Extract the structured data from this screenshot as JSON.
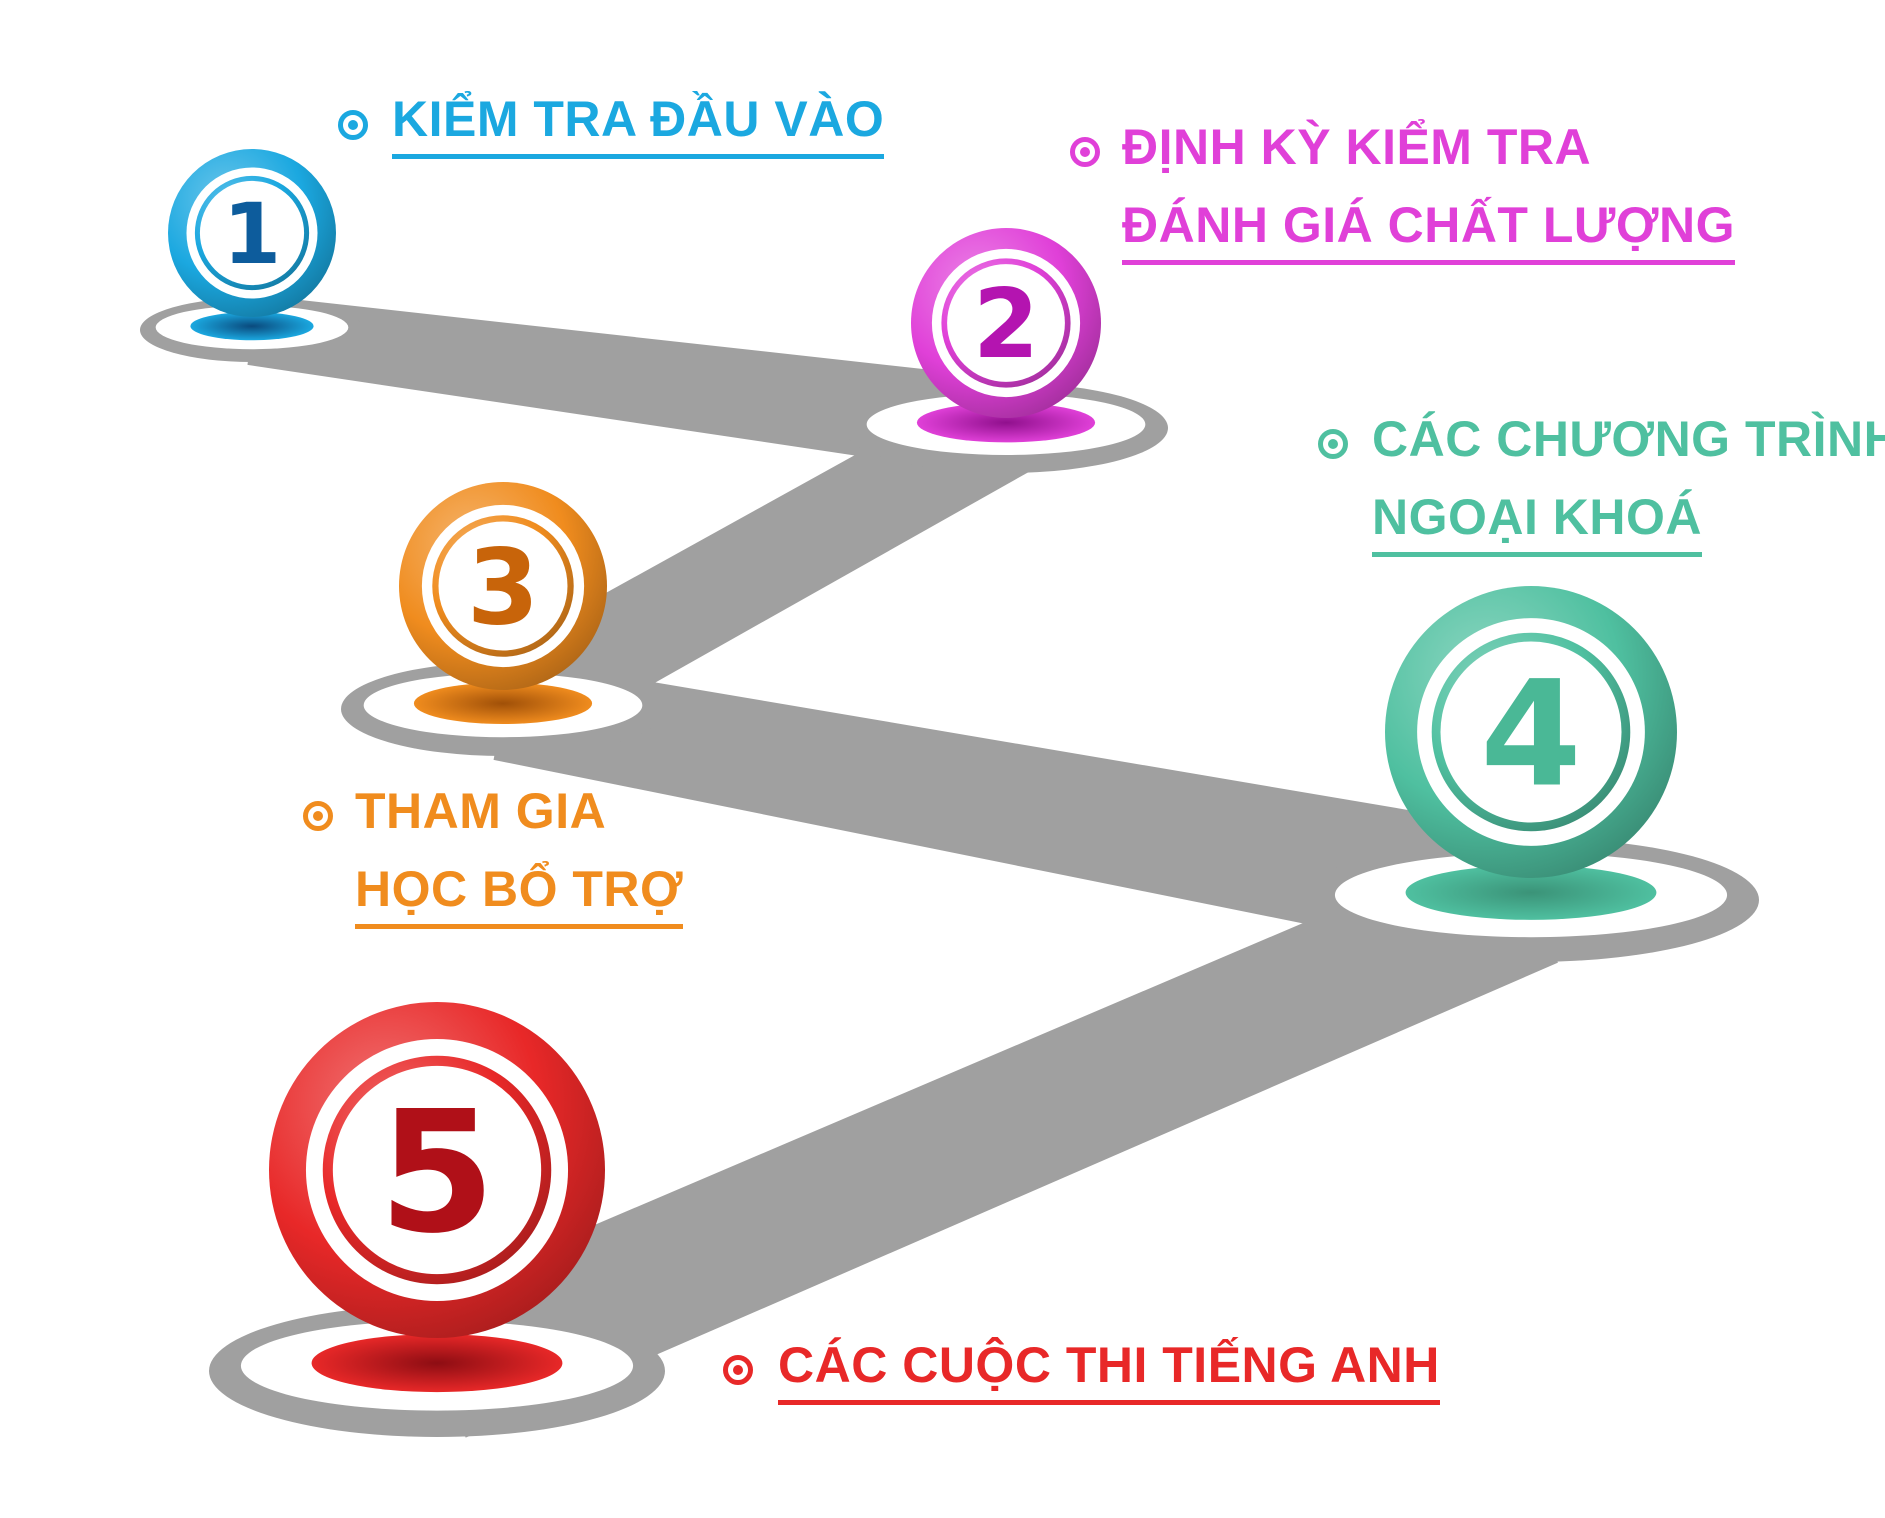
{
  "steps": [
    {
      "number": "1",
      "color": "#1ba8e0",
      "dark": "#0d5c9c",
      "lines": [
        "KIỂM TRA ĐẦU VÀO"
      ]
    },
    {
      "number": "2",
      "color": "#e040d8",
      "dark": "#b414b0",
      "lines": [
        "ĐỊNH KỲ KIỂM TRA",
        "ĐÁNH GIÁ CHẤT LƯỢNG"
      ]
    },
    {
      "number": "3",
      "color": "#f08c1e",
      "dark": "#c8640a",
      "lines": [
        "THAM GIA",
        "HỌC BỔ TRỢ"
      ]
    },
    {
      "number": "4",
      "color": "#4fc0a0",
      "dark": "#4ab896",
      "lines": [
        "CÁC CHƯƠNG TRÌNH",
        "NGOẠI KHOÁ"
      ]
    },
    {
      "number": "5",
      "color": "#e82828",
      "dark": "#b01018",
      "lines": [
        "CÁC CUỘC THI TIẾNG ANH"
      ]
    }
  ],
  "path_color": "#a0a0a0"
}
